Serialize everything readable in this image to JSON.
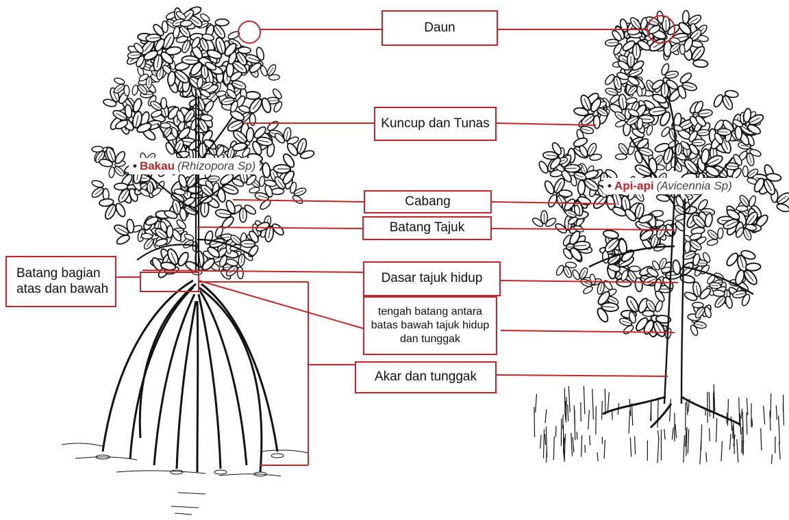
{
  "labels": {
    "daun": "Daun",
    "kuncup": "Kuncup dan Tunas",
    "cabang": "Cabang",
    "batang_tajuk": "Batang Tajuk",
    "dasar_tajuk": "Dasar tajuk hidup",
    "tengah_batang_line1": "tengah batang antara",
    "tengah_batang_line2": "batas bawah tajuk hidup",
    "tengah_batang_line3": "dan tunggak",
    "akar": "Akar dan tunggak",
    "batang_bagian_line1": "Batang bagian",
    "batang_bagian_line2": "atas dan bawah"
  },
  "species": {
    "left": {
      "name": "Bakau",
      "scientific": "(Rhizopora Sp)"
    },
    "right": {
      "name": "Api-api",
      "scientific": "(Avicennia Sp)"
    }
  },
  "colors": {
    "accent": "#c0272d",
    "ink": "#111111"
  }
}
